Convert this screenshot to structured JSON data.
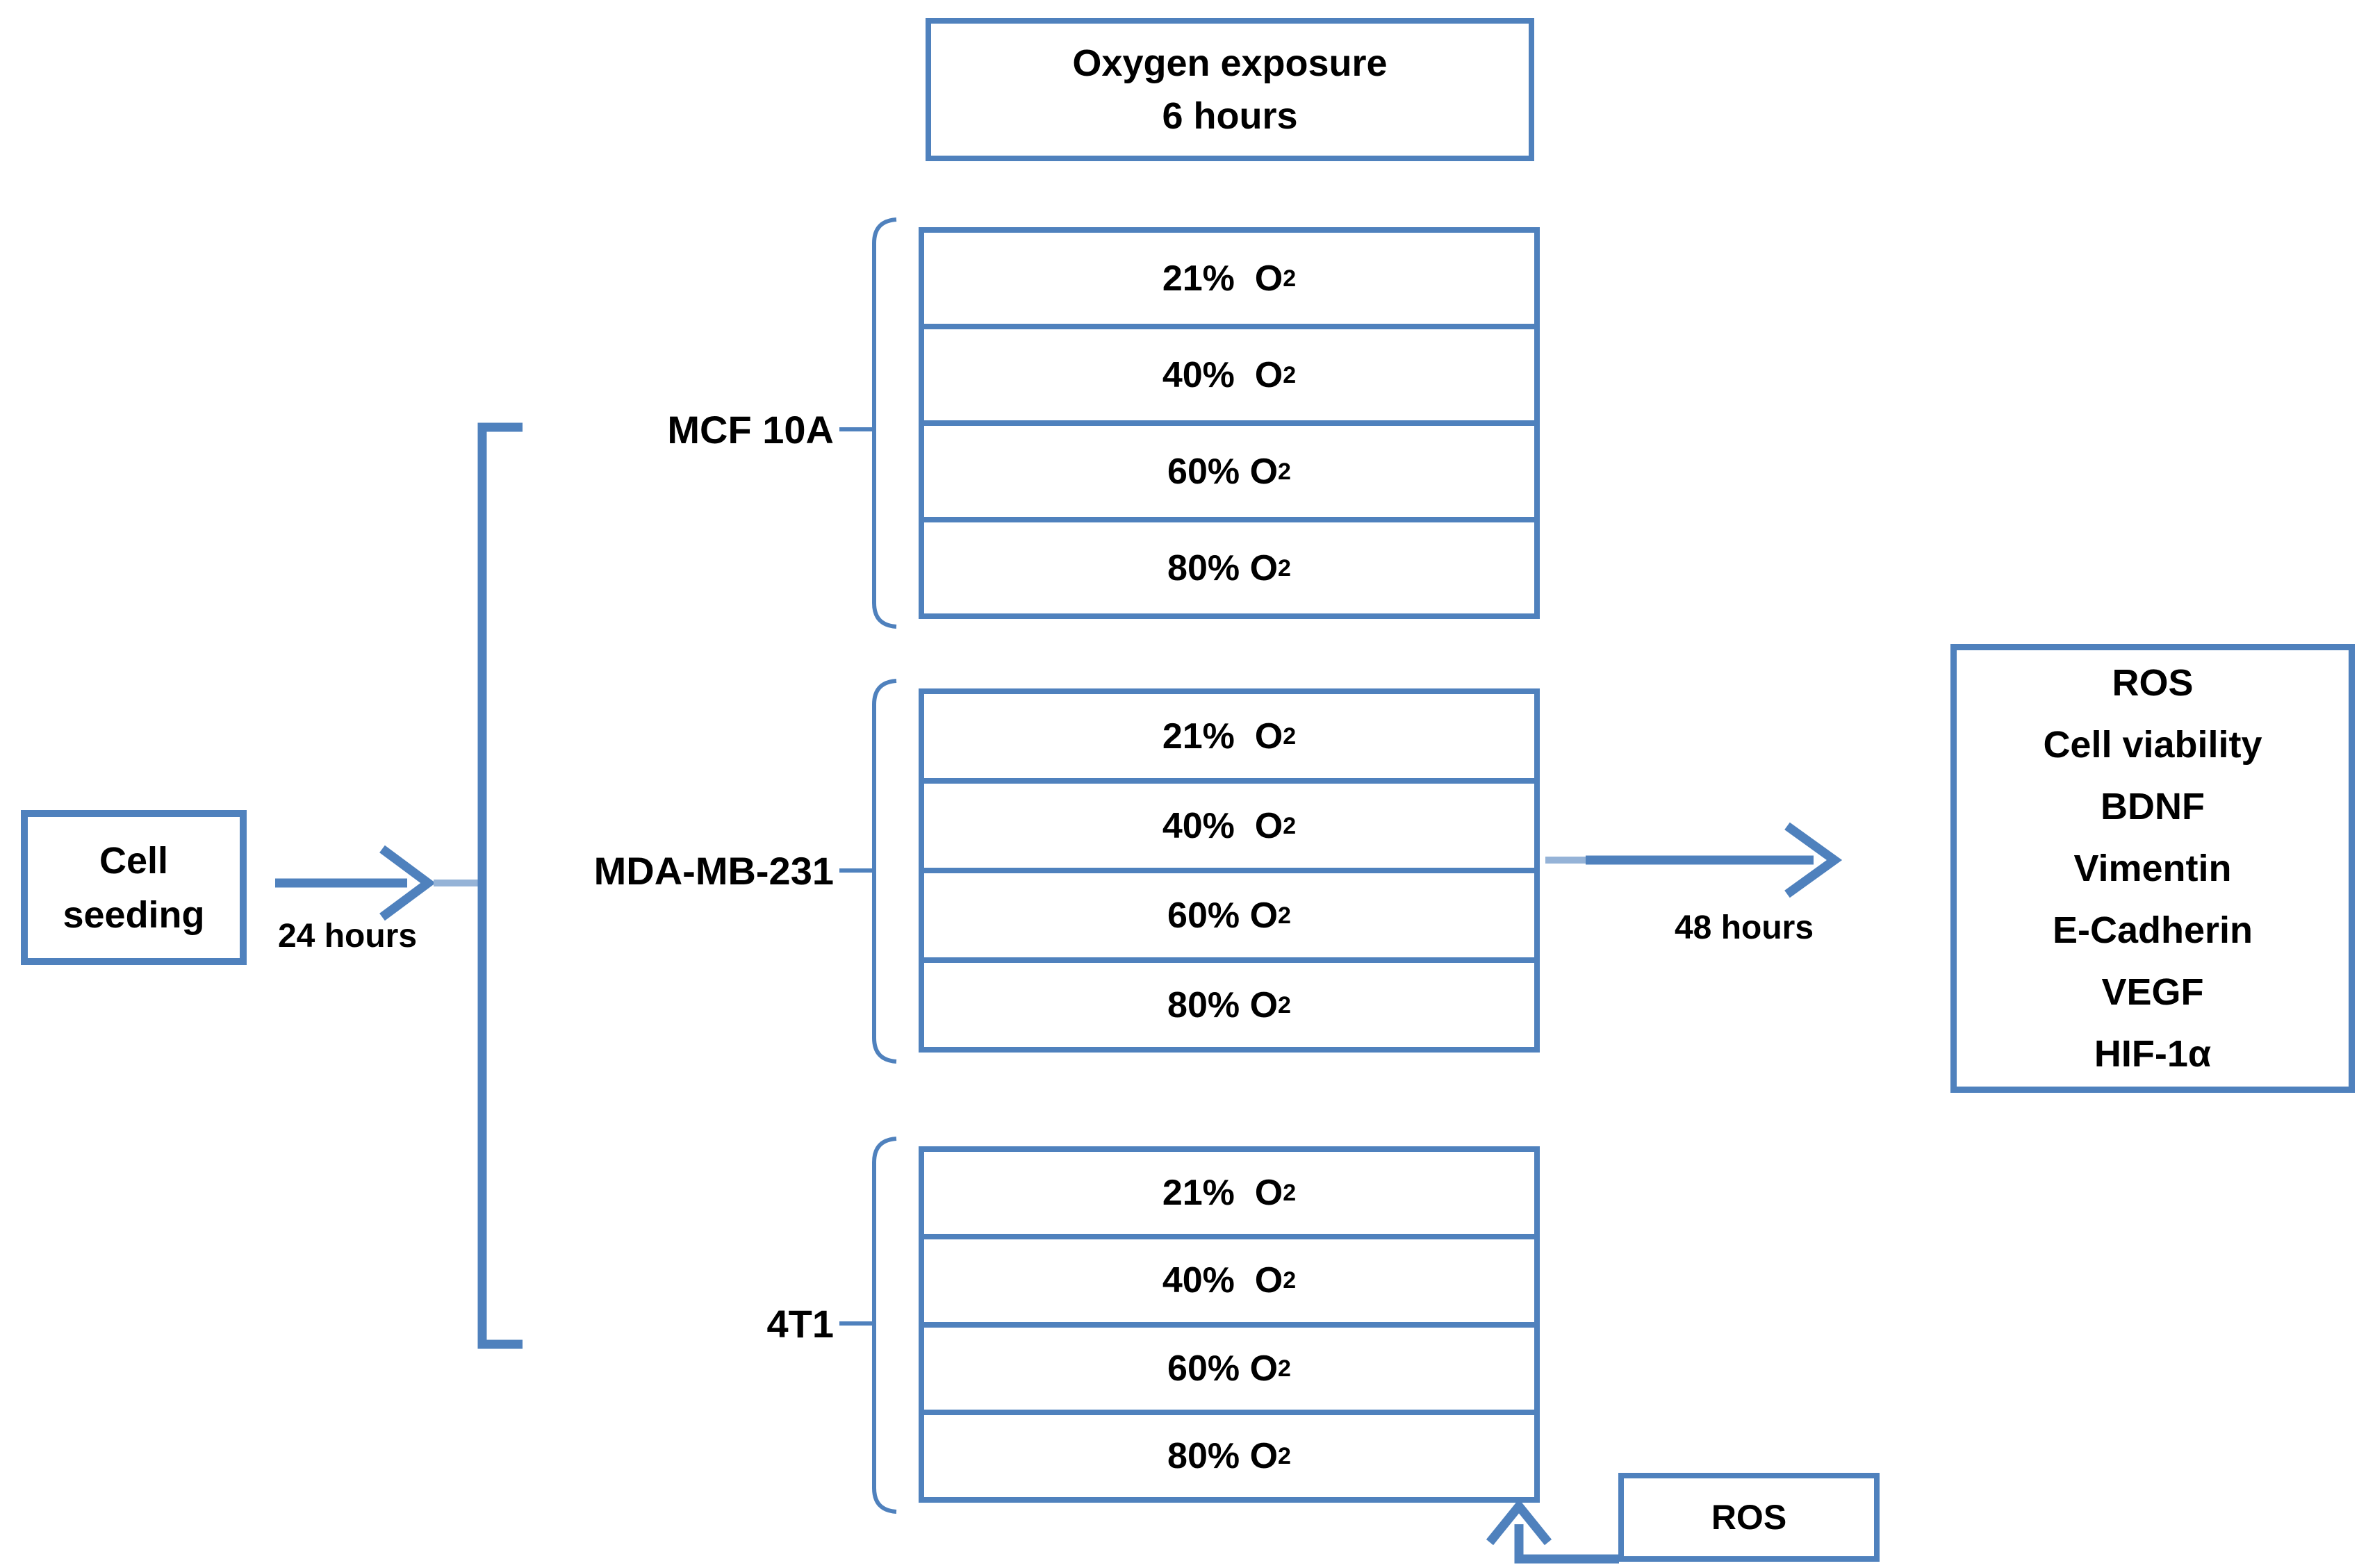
{
  "colors": {
    "line_blue": "#4f81bd",
    "light_blue": "#95b3d7",
    "text_black": "#000000"
  },
  "top_box": {
    "line1": "Oxygen exposure",
    "line2": "6 hours"
  },
  "start_box": {
    "line1": "Cell",
    "line2": "seeding"
  },
  "arrows": {
    "seeding_label": "24 hours",
    "assay_label": "48 hours"
  },
  "groups": [
    {
      "name": "MCF 10A",
      "rows": [
        {
          "main": "21%  O",
          "sub": "2"
        },
        {
          "main": "40%  O",
          "sub": "2"
        },
        {
          "main": "60% O",
          "sub": "2"
        },
        {
          "main": "80% O",
          "sub": "2"
        }
      ]
    },
    {
      "name": "MDA-MB-231",
      "rows": [
        {
          "main": "21%  O",
          "sub": "2"
        },
        {
          "main": "40%  O",
          "sub": "2"
        },
        {
          "main": "60% O",
          "sub": "2"
        },
        {
          "main": "80% O",
          "sub": "2"
        }
      ]
    },
    {
      "name": "4T1",
      "rows": [
        {
          "main": "21%  O",
          "sub": "2"
        },
        {
          "main": "40%  O",
          "sub": "2"
        },
        {
          "main": "60% O",
          "sub": "2"
        },
        {
          "main": "80% O",
          "sub": "2"
        }
      ]
    }
  ],
  "outcome_box": {
    "lines": [
      "ROS",
      "Cell viability",
      "BDNF",
      "Vimentin",
      "E-Cadherin",
      "VEGF",
      "HIF-1α"
    ]
  },
  "ros_box": {
    "label": "ROS"
  }
}
